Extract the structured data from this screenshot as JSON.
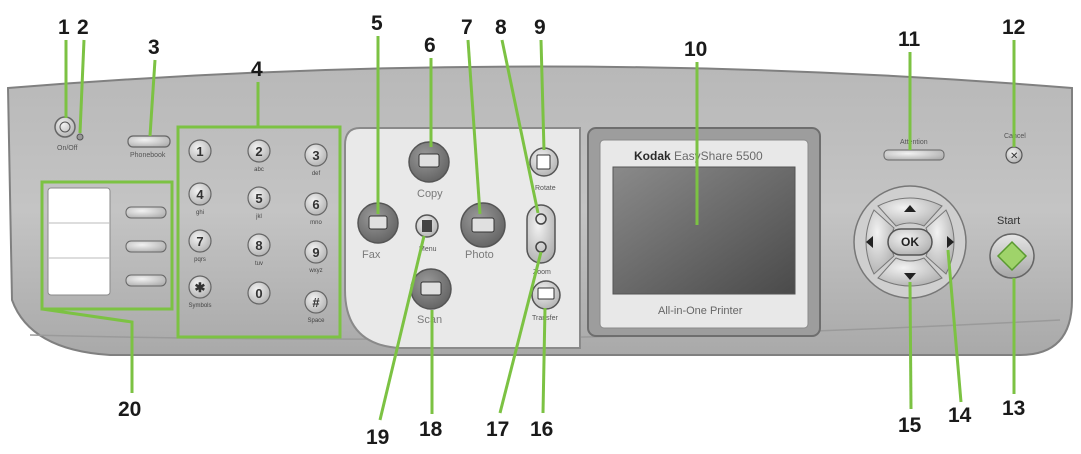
{
  "panel": {
    "onoff_label": "On/Off",
    "phonebook_label": "Phonebook",
    "copy_label": "Copy",
    "fax_label": "Fax",
    "photo_label": "Photo",
    "scan_label": "Scan",
    "menu_label": "Menu",
    "rotate_label": "Rotate",
    "zoom_label": "Zoom",
    "transfer_label": "Transfer",
    "attention_label": "Attention",
    "cancel_label": "Cancel",
    "start_label": "Start",
    "ok_label": "OK",
    "lcd_brand": "Kodak",
    "lcd_model": "EasyShare 5500",
    "lcd_subtitle": "All-in-One Printer"
  },
  "keypad": [
    {
      "digit": "1",
      "sub": ""
    },
    {
      "digit": "2",
      "sub": "abc"
    },
    {
      "digit": "3",
      "sub": "def"
    },
    {
      "digit": "4",
      "sub": "ghi"
    },
    {
      "digit": "5",
      "sub": "jkl"
    },
    {
      "digit": "6",
      "sub": "mno"
    },
    {
      "digit": "7",
      "sub": "pqrs"
    },
    {
      "digit": "8",
      "sub": "tuv"
    },
    {
      "digit": "9",
      "sub": "wxyz"
    },
    {
      "digit": "✱",
      "sub": "Symbols"
    },
    {
      "digit": "0",
      "sub": ""
    },
    {
      "digit": "#",
      "sub": "Space"
    }
  ],
  "callouts": [
    "1",
    "2",
    "3",
    "4",
    "5",
    "6",
    "7",
    "8",
    "9",
    "10",
    "11",
    "12",
    "13",
    "14",
    "15",
    "16",
    "17",
    "18",
    "19",
    "20"
  ],
  "colors": {
    "panel_face": "#bdbdbd",
    "panel_edge": "#8f8f8f",
    "button_face": "#d6d6d6",
    "callout_line": "#7cc243"
  }
}
